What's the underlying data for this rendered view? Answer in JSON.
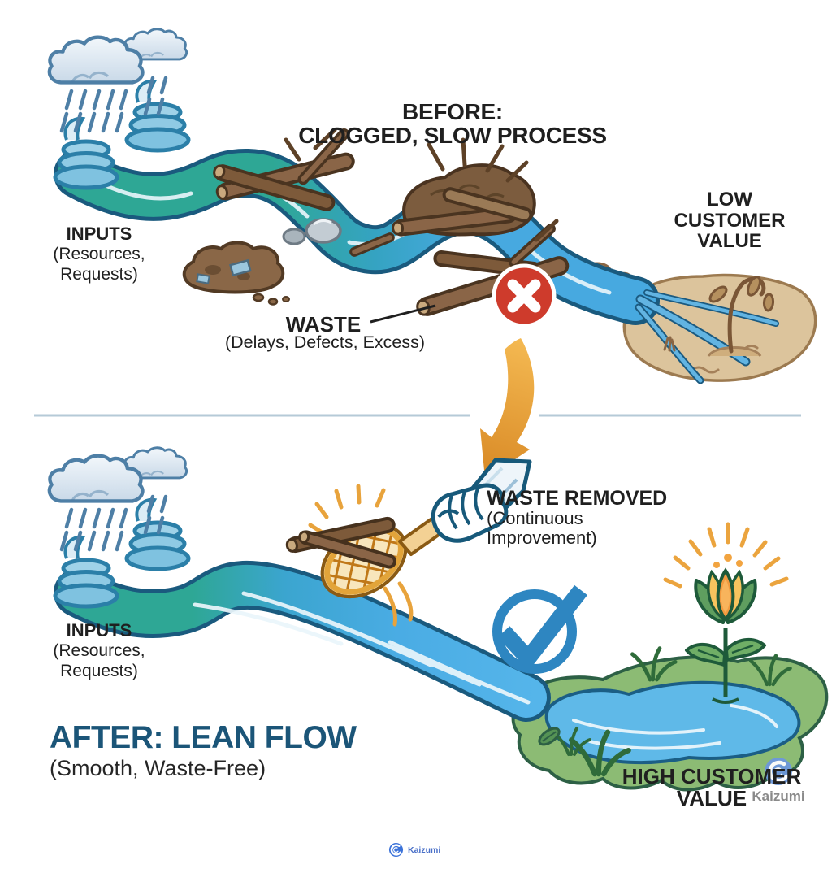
{
  "before": {
    "title_line1": "BEFORE:",
    "title_line2": "CLOGGED, SLOW PROCESS",
    "inputs_label": "INPUTS",
    "inputs_sub1": "(Resources,",
    "inputs_sub2": "Requests)",
    "low_value_line1": "LOW",
    "low_value_line2": "CUSTOMER",
    "low_value_line3": "VALUE",
    "waste_label": "WASTE",
    "waste_sub": "(Delays, Defects, Excess)"
  },
  "after": {
    "waste_removed_label": "WASTE REMOVED",
    "waste_removed_sub1": "(Continuous",
    "waste_removed_sub2": "Improvement)",
    "inputs_label": "INPUTS",
    "inputs_sub1": "(Resources,",
    "inputs_sub2": "Requests)",
    "title": "AFTER: LEAN FLOW",
    "subtitle": "(Smooth, Waste-Free)",
    "high_value_line1": "HIGH CUSTOMER",
    "high_value_line2": "VALUE"
  },
  "brand": {
    "corner_name": "Kaizumi",
    "footer_name": "Kaizumi"
  },
  "colors": {
    "title_after": "#1b5578",
    "river_teal": "#2ea795",
    "river_blue": "#47a9e0",
    "error_red": "#ce3b2c",
    "success_blue": "#2e86c1",
    "arrow_orange": "#e8992e",
    "log_brown": "#8a6547",
    "sand": "#dcc49c",
    "bank_green": "#8cbb74"
  }
}
